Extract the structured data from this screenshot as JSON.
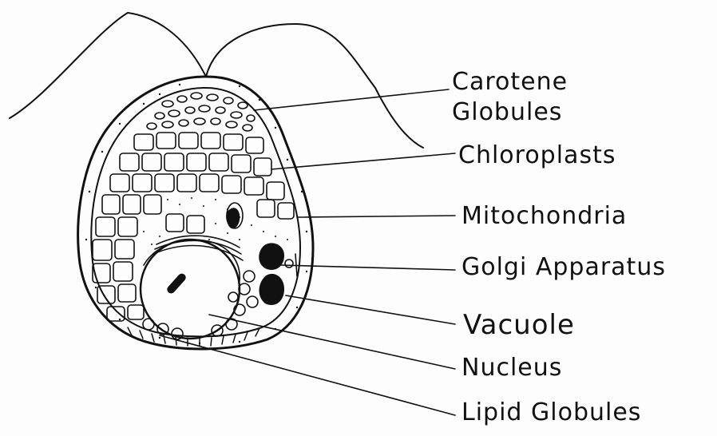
{
  "diagram": {
    "colors": {
      "ink": "#111111",
      "paper": "#fdfdfd"
    },
    "labels": {
      "carotene_line1": "Carotene",
      "carotene_line2": "Globules",
      "chloroplasts": "Chloroplasts",
      "mitochondria": "Mitochondria",
      "golgi": "Golgi Apparatus",
      "vacuole": "Vacuole",
      "nucleus": "Nucleus",
      "lipid": "Lipid Globules"
    }
  }
}
